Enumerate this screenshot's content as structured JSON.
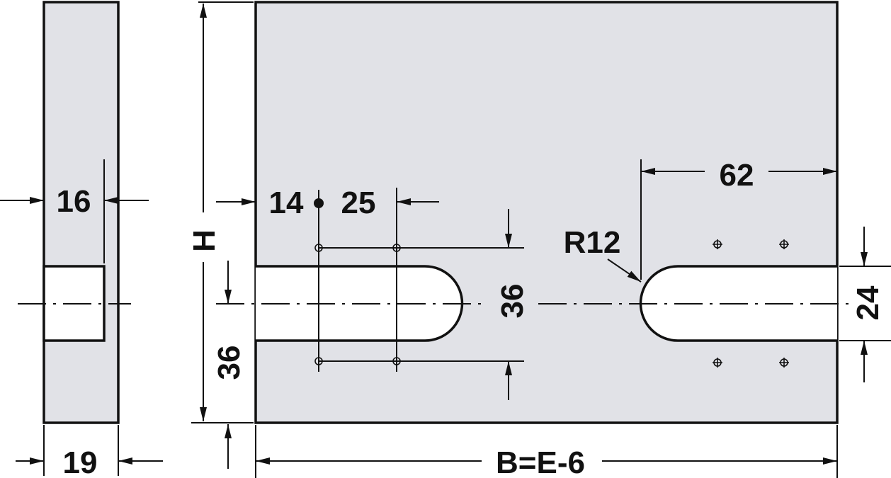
{
  "colors": {
    "panel": "#e1e2e7",
    "line": "#111111",
    "slot": "#ffffff"
  },
  "labels": {
    "side_depth": "16",
    "side_thickness": "19",
    "height": "H",
    "bottom_offset": "36",
    "hole_offset": "14",
    "hole_spacing": "25",
    "hole_row_spacing": "36",
    "radius": "R12",
    "slot_length": "62",
    "slot_width": "24",
    "width": "B=E-6"
  }
}
